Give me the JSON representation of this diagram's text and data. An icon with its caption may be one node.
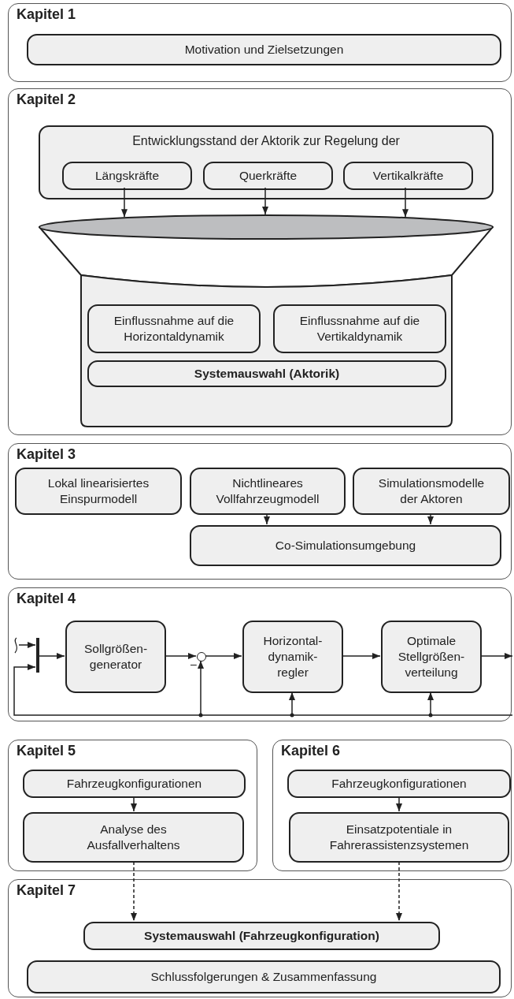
{
  "diagram": {
    "nodes": [
      {
        "text": [
          "Kapitel 1"
        ]
      },
      {
        "text": [
          "Motivation und Zielsetzungen"
        ],
        "in": 0
      },
      {
        "text": [
          "Kapitel 2"
        ]
      },
      {
        "text": [
          "Entwicklungsstand der Aktorik zur Regelung der"
        ],
        "in": 2
      },
      {
        "text": [
          "Längskräfte"
        ],
        "in": 3
      },
      {
        "text": [
          "Querkräfte"
        ],
        "in": 3
      },
      {
        "text": [
          "Vertikalkräfte"
        ],
        "in": 3
      },
      {
        "text": [],
        "shape": "funnel",
        "in": 2
      },
      {
        "text": [
          "Einflussnahme auf die Horizontaldynamik"
        ],
        "in": 7
      },
      {
        "text": [
          "Einflussnahme auf die Vertikaldynamik"
        ],
        "in": 7
      },
      {
        "text": [
          "Systemauswahl (Aktorik)"
        ],
        "in": 7
      },
      {
        "text": [
          "Kapitel 3"
        ]
      },
      {
        "text": [
          "Lokal linearisiertes Einspurmodell"
        ],
        "in": 11
      },
      {
        "text": [
          "Nichtlineares Vollfahrzeugmodell"
        ],
        "in": 11
      },
      {
        "text": [
          "Simulationsmodelle der Aktoren"
        ],
        "in": 11
      },
      {
        "text": [
          "Co-Simulationsumgebung"
        ],
        "in": 11
      },
      {
        "text": [
          "Kapitel 4"
        ]
      },
      {
        "text": [],
        "shape": "bar",
        "in": 16
      },
      {
        "text": [
          "Sollgrößen-generator"
        ],
        "in": 16
      },
      {
        "text": [],
        "shape": "circle",
        "in": 16
      },
      {
        "text": [
          "Horizontal-dynamik-regler"
        ],
        "in": 16
      },
      {
        "text": [
          "Optimale Stellgrößen-verteilung"
        ],
        "in": 16
      },
      {
        "text": [
          "Kapitel 5"
        ]
      },
      {
        "text": [
          "Fahrzeugkonfigurationen"
        ],
        "in": 22
      },
      {
        "text": [
          "Analyse des Ausfallverhaltens"
        ],
        "in": 22
      },
      {
        "text": [
          "Kapitel 6"
        ]
      },
      {
        "text": [
          "Fahrzeugkonfigurationen"
        ],
        "in": 25
      },
      {
        "text": [
          "Einsatzpotentiale in Fahrerassistenzsystemen"
        ],
        "in": 25
      },
      {
        "text": [
          "Kapitel 7"
        ]
      },
      {
        "text": [
          "Systemauswahl (Fahrzeugkonfiguration)"
        ],
        "in": 28
      },
      {
        "text": [
          "Schlussfolgerungen & Zusammenfassung"
        ],
        "in": 28
      }
    ],
    "edges": [
      {
        "from": 4,
        "to": 7,
        "arrow": "to"
      },
      {
        "from": 5,
        "to": 7,
        "arrow": "to"
      },
      {
        "from": 6,
        "to": 7,
        "arrow": "to"
      },
      {
        "from": 13,
        "to": 15,
        "arrow": "to"
      },
      {
        "from": 14,
        "to": 15,
        "arrow": "to"
      },
      {
        "from": null,
        "to": 17,
        "arrow": "to"
      },
      {
        "from": 17,
        "to": 18,
        "arrow": "to"
      },
      {
        "from": 18,
        "to": 19,
        "arrow": "to"
      },
      {
        "from": 19,
        "to": 20,
        "arrow": "to"
      },
      {
        "from": 20,
        "to": 21,
        "arrow": "to"
      },
      {
        "from": 21,
        "to": null,
        "arrow": "to"
      },
      {
        "from": null,
        "to": 17,
        "arrow": "to"
      },
      {
        "from": null,
        "to": 19,
        "arrow": "to"
      },
      {
        "from": null,
        "to": 20,
        "arrow": "to"
      },
      {
        "from": null,
        "to": 21,
        "arrow": "to"
      },
      {
        "from": 23,
        "to": 24,
        "arrow": "to"
      },
      {
        "from": 26,
        "to": 27,
        "arrow": "to"
      },
      {
        "from": 24,
        "to": 29,
        "arrow": "to",
        "style": "dashed"
      },
      {
        "from": 27,
        "to": 29,
        "arrow": "to",
        "style": "dashed"
      }
    ],
    "labels": [
      "–"
    ]
  }
}
